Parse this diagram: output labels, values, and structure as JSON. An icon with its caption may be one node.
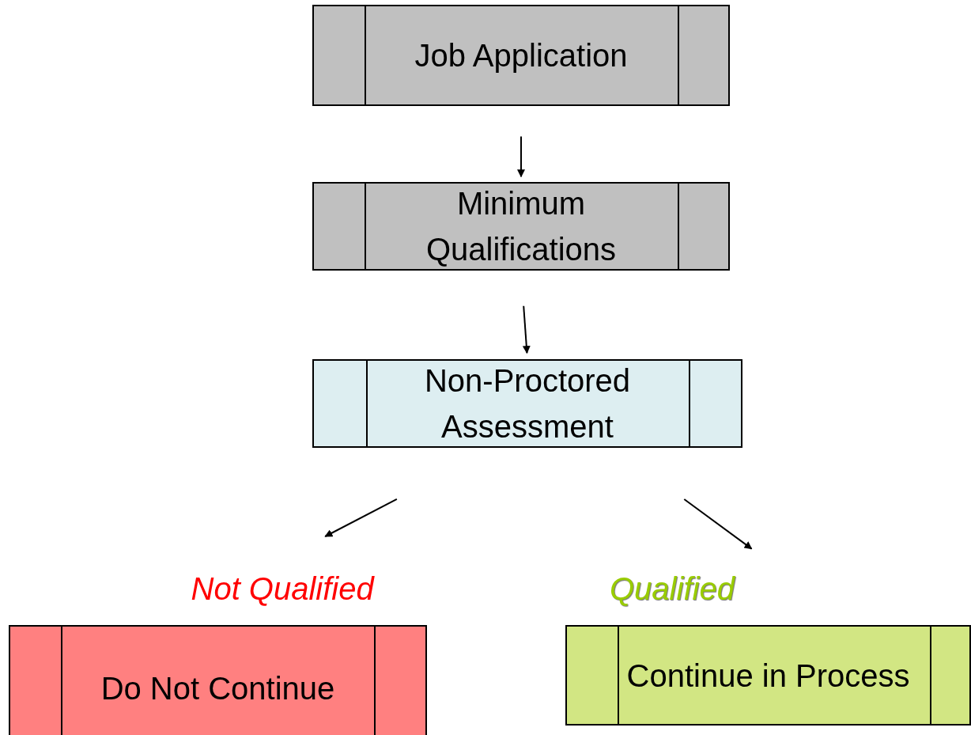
{
  "diagram": {
    "nodes": [
      {
        "text": [
          "Job Application"
        ]
      },
      {
        "text": [
          "Minimum Qualifications"
        ]
      },
      {
        "text": [
          "Non-Proctored Assessment"
        ]
      },
      {
        "text": [
          "Not Qualified",
          "Do Not Continue"
        ]
      },
      {
        "text": [
          "Qualified",
          "Continue in Process"
        ]
      }
    ],
    "edges": [
      {
        "from": 0,
        "to": 1,
        "arrow": "to"
      },
      {
        "from": 1,
        "to": 2,
        "arrow": "to"
      },
      {
        "from": 2,
        "to": 3,
        "arrow": "to"
      },
      {
        "from": 2,
        "to": 4,
        "arrow": "to"
      }
    ]
  }
}
